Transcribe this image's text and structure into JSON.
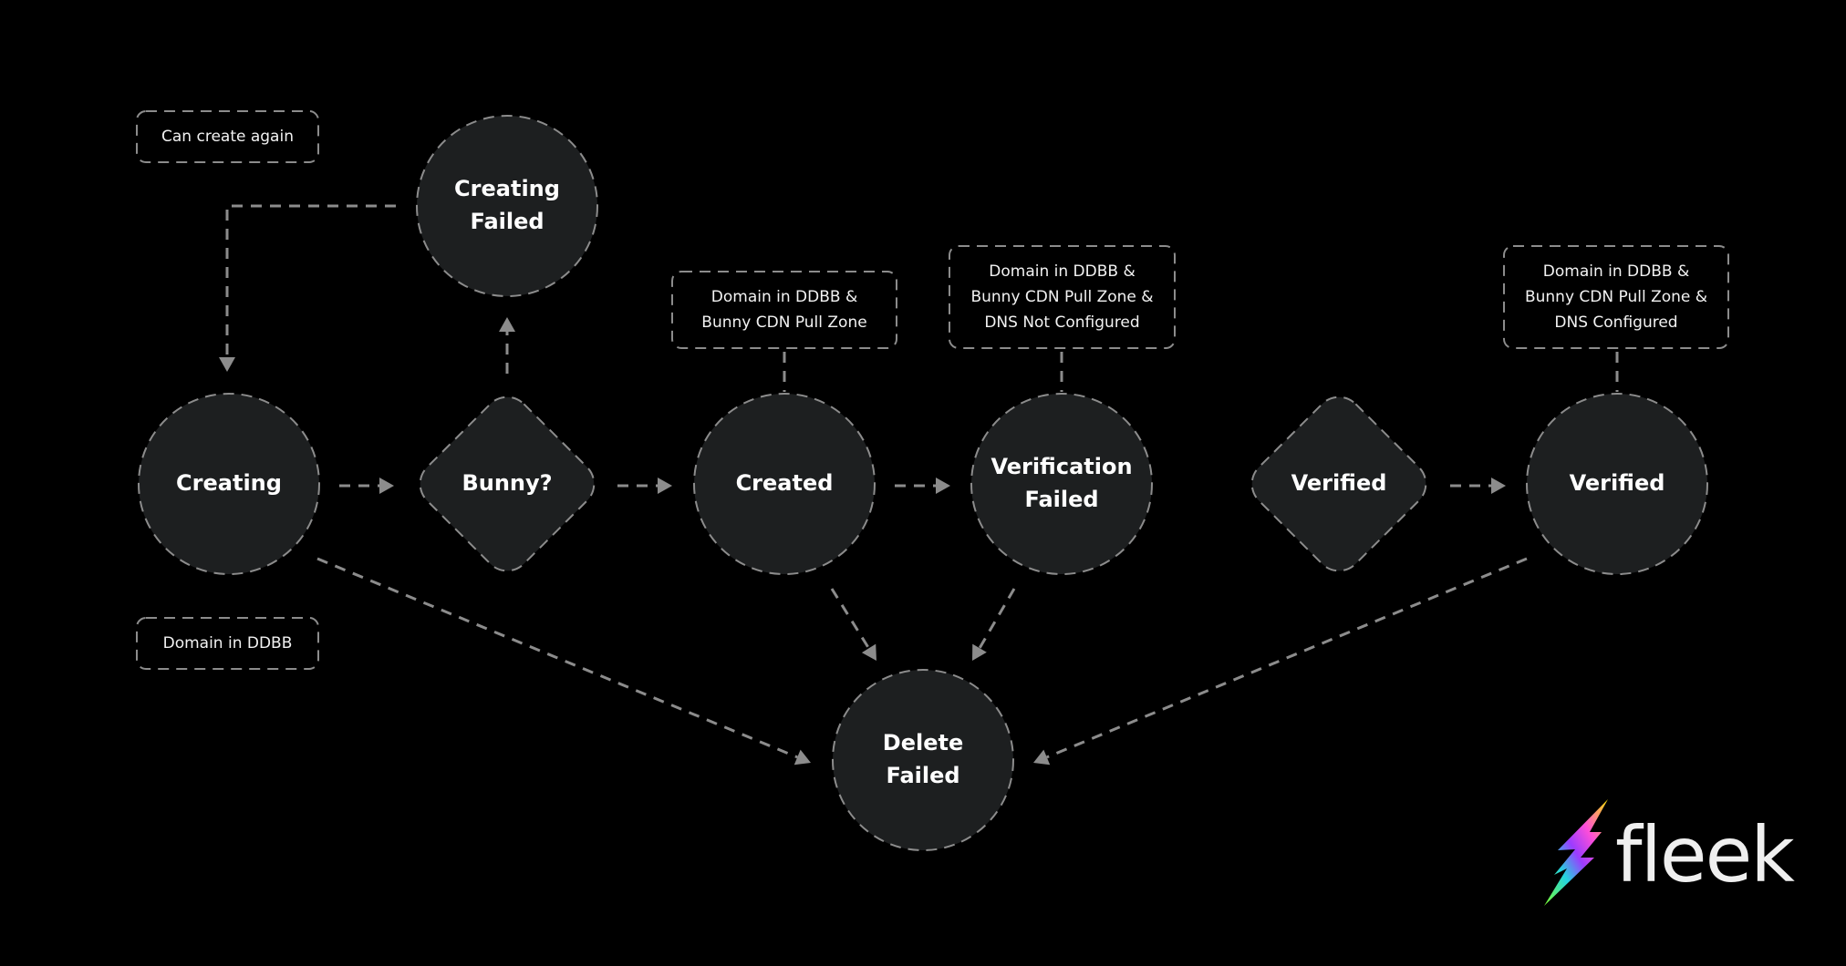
{
  "diagram": {
    "title": "Domain lifecycle state diagram",
    "nodes": [
      {
        "id": "creating",
        "shape": "circle",
        "lines": [
          "Creating"
        ]
      },
      {
        "id": "bunny",
        "shape": "diamond",
        "lines": [
          "Bunny?"
        ]
      },
      {
        "id": "created",
        "shape": "circle",
        "lines": [
          "Created"
        ]
      },
      {
        "id": "verification-failed",
        "shape": "circle",
        "lines": [
          "Verification",
          "Failed"
        ]
      },
      {
        "id": "verified-check",
        "shape": "diamond",
        "lines": [
          "Verified"
        ]
      },
      {
        "id": "verified",
        "shape": "circle",
        "lines": [
          "Verified"
        ]
      },
      {
        "id": "creating-failed",
        "shape": "circle",
        "lines": [
          "Creating",
          "Failed"
        ]
      },
      {
        "id": "delete-failed",
        "shape": "circle",
        "lines": [
          "Delete",
          "Failed"
        ]
      }
    ],
    "notes": [
      {
        "id": "can-create-again",
        "attached_to": "creating-failed",
        "lines": [
          "Can create again"
        ]
      },
      {
        "id": "domain-in-ddbb",
        "attached_to": "creating",
        "lines": [
          "Domain in DDBB"
        ]
      },
      {
        "id": "created-state",
        "attached_to": "created",
        "lines": [
          "Domain in DDBB &",
          "Bunny CDN Pull Zone"
        ]
      },
      {
        "id": "verification-failed-state",
        "attached_to": "verification-failed",
        "lines": [
          "Domain in DDBB &",
          "Bunny CDN Pull Zone &",
          "DNS Not Configured"
        ]
      },
      {
        "id": "verified-state",
        "attached_to": "verified",
        "lines": [
          "Domain in DDBB &",
          "Bunny CDN Pull Zone &",
          "DNS Configured"
        ]
      }
    ],
    "edges": [
      {
        "from": "creating",
        "to": "bunny"
      },
      {
        "from": "bunny",
        "to": "created"
      },
      {
        "from": "bunny",
        "to": "creating-failed"
      },
      {
        "from": "creating-failed",
        "to": "creating"
      },
      {
        "from": "created",
        "to": "verification-failed"
      },
      {
        "from": "verified-check",
        "to": "verified"
      },
      {
        "from": "creating",
        "to": "delete-failed"
      },
      {
        "from": "created",
        "to": "delete-failed"
      },
      {
        "from": "verification-failed",
        "to": "delete-failed"
      },
      {
        "from": "verified",
        "to": "delete-failed"
      }
    ],
    "note_links": [
      {
        "note": "created-state",
        "node": "created"
      },
      {
        "note": "verification-failed-state",
        "node": "verification-failed"
      },
      {
        "note": "verified-state",
        "node": "verified"
      }
    ]
  },
  "brand": {
    "name": "fleek",
    "icon": "lightning-bolt-icon"
  },
  "colors": {
    "background": "#000000",
    "node_fill": "#1d1f20",
    "stroke": "#8c8c8c",
    "text": "#ffffff"
  }
}
